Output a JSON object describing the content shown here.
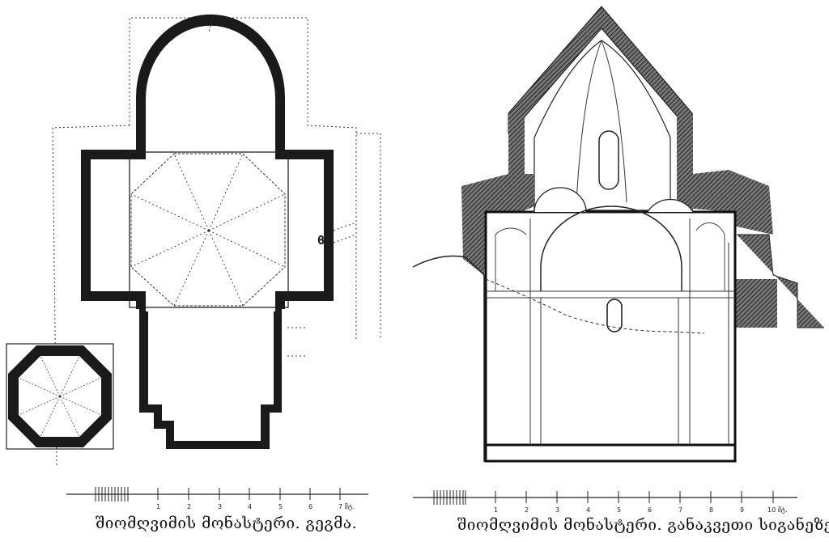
{
  "plan": {
    "caption": "შიომღვიმის მონასტერი. გეგმა.",
    "scale_labels": [
      "1",
      "2",
      "3",
      "4",
      "5",
      "6",
      "7 მტ."
    ],
    "mark": "ϐ"
  },
  "section": {
    "caption": "შიომღვიმის მონასტერი. განაკვეთი სიგანეზე.",
    "scale_labels": [
      "1",
      "2",
      "3",
      "4",
      "5",
      "6",
      "7",
      "8",
      "9",
      "10 მტ."
    ]
  }
}
